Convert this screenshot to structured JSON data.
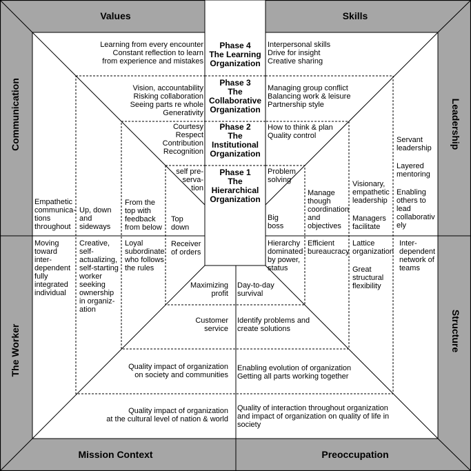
{
  "colors": {
    "panel": "#a6a6a6",
    "line": "#000000",
    "background": "#ffffff"
  },
  "corners": {
    "values": "Values",
    "skills": "Skills",
    "mission_context": "Mission Context",
    "preoccupation": "Preoccupation"
  },
  "sides": {
    "communication": "Communication",
    "leadership": "Leadership",
    "the_worker": "The Worker",
    "structure": "Structure"
  },
  "phases": {
    "p4": "Phase 4\nThe Learning\nOrganization",
    "p3": "Phase 3\nThe\nCollaborative\nOrganization",
    "p2": "Phase 2\nThe\nInstitutional\nOrganization",
    "p1": "Phase 1\nThe\nHierarchical\nOrganization"
  },
  "values": {
    "p4": "Learning from every encounter\nConstant reflection to learn\nfrom experience and mistakes",
    "p3": "Vision, accountability\nRisking collaboration\nSeeing parts re whole\nGenerativity",
    "p2": "Courtesy\nRespect\nContribution\nRecognition",
    "p1": "self pre-\nserva-\ntion"
  },
  "skills": {
    "p4": "Interpersonal skills\nDrive for insight\nCreative sharing",
    "p3": "Managing group conflict\nBalancing work & leisure\nPartnership style",
    "p2": "How to think & plan\nQuality control",
    "p1": "Problem\nsolving"
  },
  "communication": {
    "p4": "Empathetic\ncommunica-\ntions\nthroughout",
    "p3": "Up, down\nand\nsideways",
    "p2": "From the\ntop with\nfeedback\nfrom below",
    "p1": "Top\ndown"
  },
  "leadership": {
    "p1": "Big\nboss",
    "p2": "Manage\nthough\ncoordination\nand\nobjectives",
    "p3_a": "Visionary,\nempathetic\nleadership",
    "p3_b": "Managers\nfacilitate",
    "p4_a": "Servant\nleadership",
    "p4_b": "Layered\nmentoring",
    "p4_c": "Enabling\nothers to\nlead\ncollaboratively"
  },
  "worker": {
    "p4": "Moving\ntoward\ninter-\ndependent\nfully\nintegrated\nindividual",
    "p3": "Creative,\nself-\nactualizing,\nself-starting\nworker\nseeking\nownership\nin organiz-\nation",
    "p2": "Loyal\nsubordinate\nwho follows\nthe rules",
    "p1": "Receiver\nof orders"
  },
  "structure": {
    "p1": "Hierarchy\ndominated\nby power,\nstatus",
    "p2": "Efficient\nbureaucracy",
    "p3_a": "Lattice\norganization",
    "p3_b": "Great\nstructural\nflexibility",
    "p4": "Inter-\ndependent\nnetwork of\nteams"
  },
  "mission": {
    "p1": "Maximizing\nprofit",
    "p2": "Customer\nservice",
    "p3": "Quality impact of organization\non society and communities",
    "p4": "Quality impact of organization\nat the cultural level of nation & world"
  },
  "preoccupation": {
    "p1": "Day-to-day\nsurvival",
    "p2": "Identify problems and\ncreate solutions",
    "p3": "Enabling evolution of organization\nGetting all parts working together",
    "p4": "Quality of interaction throughout organization\nand impact of organization on quality of life in\nsociety"
  }
}
